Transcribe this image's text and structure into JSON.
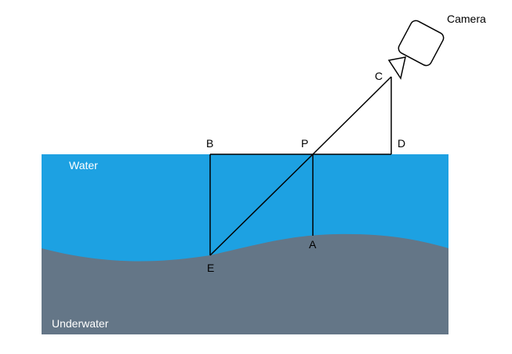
{
  "colors": {
    "water": "#1da1e2",
    "underwater": "#647687",
    "line": "#000000",
    "background": "#ffffff"
  },
  "regions": {
    "water_label": "Water",
    "underwater_label": "Underwater"
  },
  "camera": {
    "label": "Camera",
    "icon": "camera-icon"
  },
  "points": {
    "A": "A",
    "B": "B",
    "C": "C",
    "D": "D",
    "E": "E",
    "P": "P"
  }
}
